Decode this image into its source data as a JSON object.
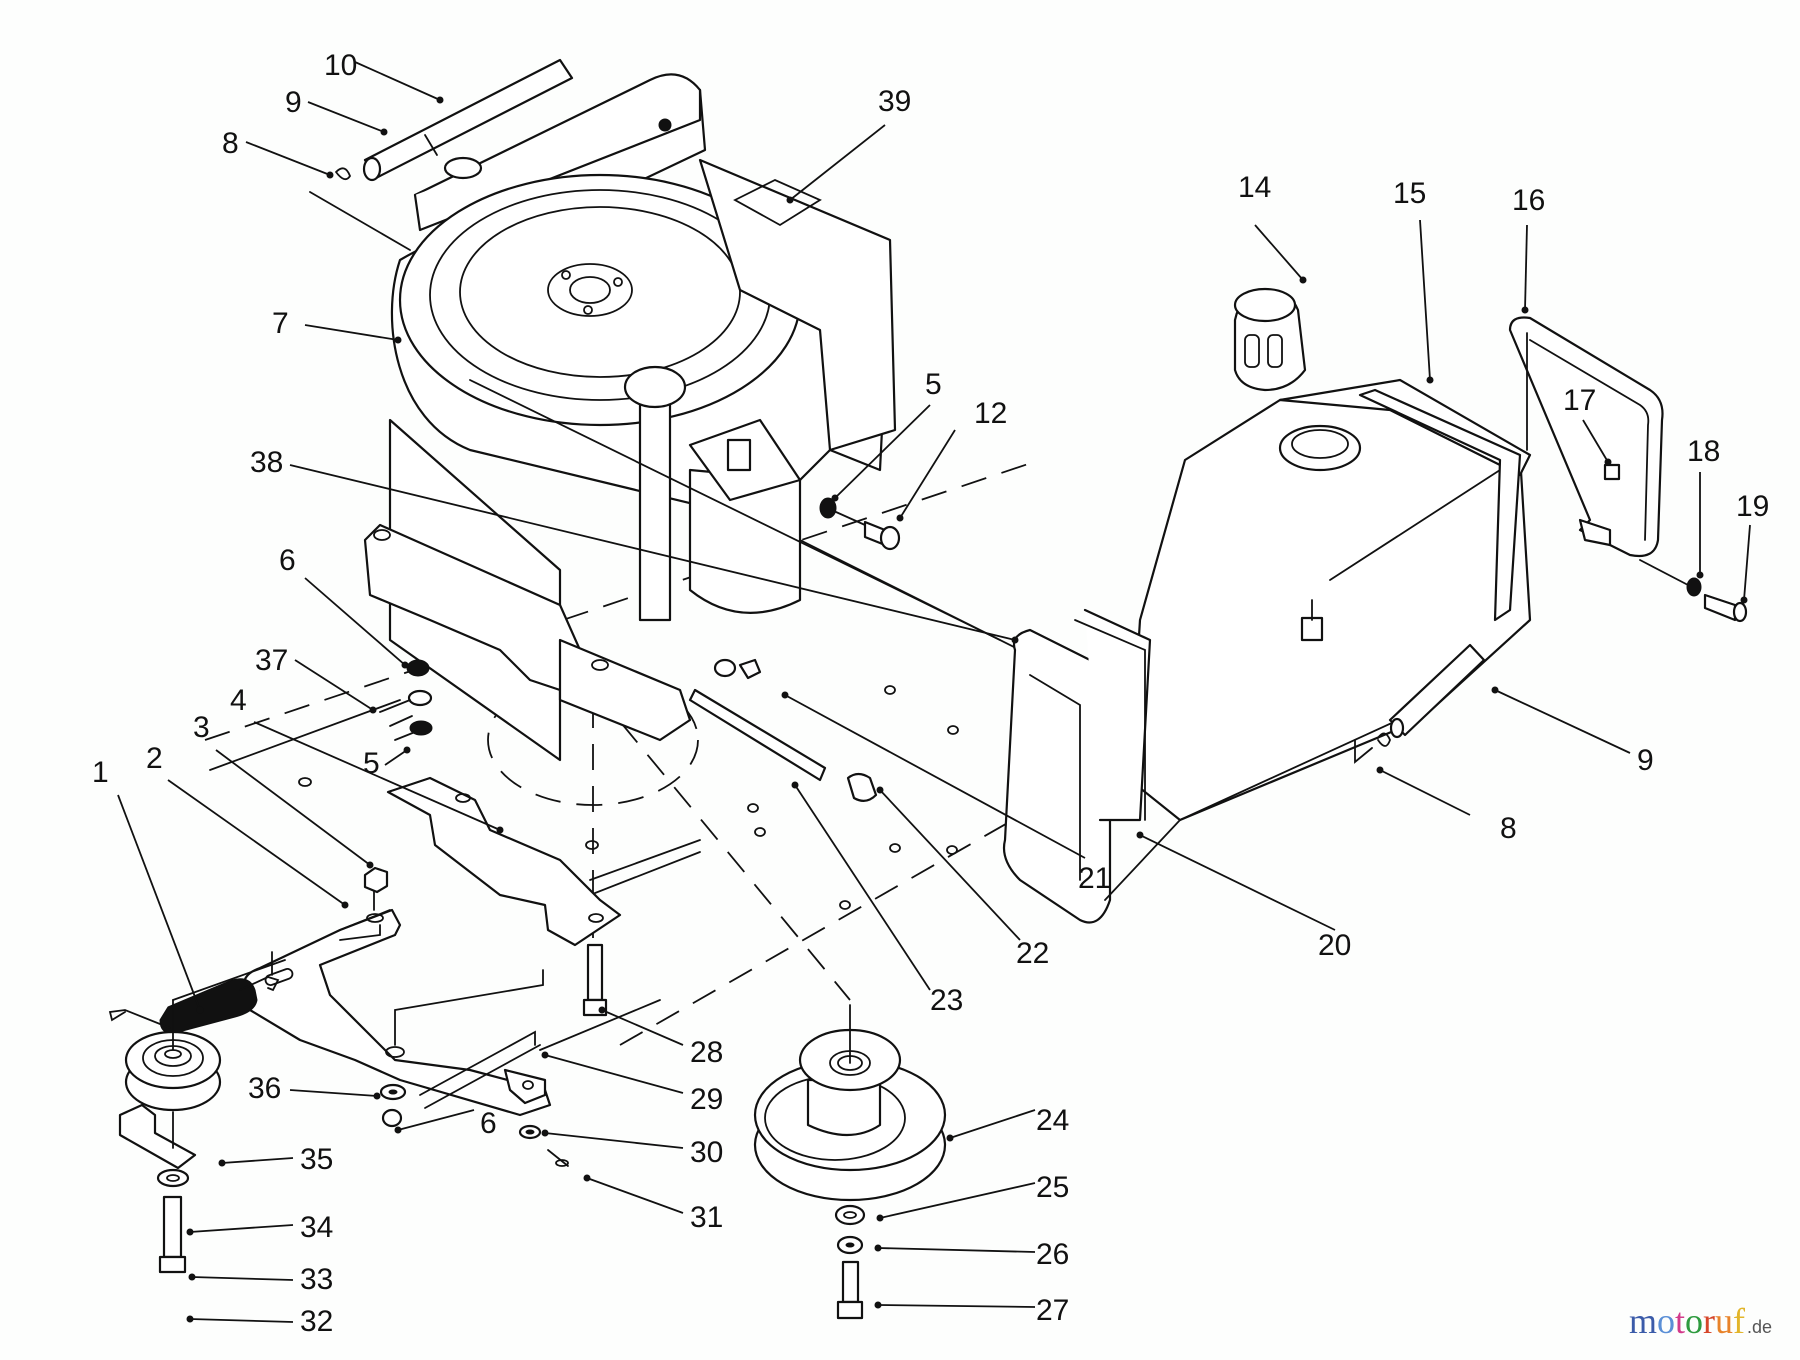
{
  "diagram": {
    "type": "exploded-parts-diagram",
    "callouts": [
      {
        "id": "c1",
        "label": "1",
        "part": "extension-spring"
      },
      {
        "id": "c2",
        "label": "2",
        "part": "idler-arm"
      },
      {
        "id": "c3",
        "label": "3",
        "part": "nut"
      },
      {
        "id": "c4",
        "label": "4",
        "part": "bracket"
      },
      {
        "id": "c5a",
        "label": "5",
        "part": "lock-washer"
      },
      {
        "id": "c5b",
        "label": "5",
        "part": "lock-washer"
      },
      {
        "id": "c6a",
        "label": "6",
        "part": "nut"
      },
      {
        "id": "c6b",
        "label": "6",
        "part": "nut"
      },
      {
        "id": "c7",
        "label": "7",
        "part": "engine"
      },
      {
        "id": "c8a",
        "label": "8",
        "part": "hose-clamp"
      },
      {
        "id": "c8b",
        "label": "8",
        "part": "hose-clamp"
      },
      {
        "id": "c9a",
        "label": "9",
        "part": "fuel-line"
      },
      {
        "id": "c9b",
        "label": "9",
        "part": "fuel-line"
      },
      {
        "id": "c10",
        "label": "10",
        "part": "fuel-line-sleeve"
      },
      {
        "id": "c12",
        "label": "12",
        "part": "cap-screw"
      },
      {
        "id": "c14",
        "label": "14",
        "part": "fuel-cap"
      },
      {
        "id": "c15",
        "label": "15",
        "part": "fuel-tank"
      },
      {
        "id": "c16",
        "label": "16",
        "part": "tank-strap"
      },
      {
        "id": "c17",
        "label": "17",
        "part": "clip-nut"
      },
      {
        "id": "c18",
        "label": "18",
        "part": "washer"
      },
      {
        "id": "c19",
        "label": "19",
        "part": "screw"
      },
      {
        "id": "c20",
        "label": "20",
        "part": "tank-support"
      },
      {
        "id": "c21",
        "label": "21",
        "part": "rod"
      },
      {
        "id": "c22",
        "label": "22",
        "part": "spacer"
      },
      {
        "id": "c23",
        "label": "23",
        "part": "threaded-rod"
      },
      {
        "id": "c24",
        "label": "24",
        "part": "engine-pulley"
      },
      {
        "id": "c25",
        "label": "25",
        "part": "flat-washer"
      },
      {
        "id": "c26",
        "label": "26",
        "part": "lock-washer"
      },
      {
        "id": "c27",
        "label": "27",
        "part": "cap-screw"
      },
      {
        "id": "c28",
        "label": "28",
        "part": "carriage-bolt"
      },
      {
        "id": "c29",
        "label": "29",
        "part": "idler-rod"
      },
      {
        "id": "c30",
        "label": "30",
        "part": "washer"
      },
      {
        "id": "c31",
        "label": "31",
        "part": "cotter-pin"
      },
      {
        "id": "c32",
        "label": "32",
        "part": "bolt"
      },
      {
        "id": "c33",
        "label": "33",
        "part": "washer"
      },
      {
        "id": "c34",
        "label": "34",
        "part": "idler-bracket"
      },
      {
        "id": "c35",
        "label": "35",
        "part": "idler-pulley"
      },
      {
        "id": "c36",
        "label": "36",
        "part": "washer"
      },
      {
        "id": "c37",
        "label": "37",
        "part": "bolt"
      },
      {
        "id": "c38",
        "label": "38",
        "part": "frame"
      },
      {
        "id": "c39",
        "label": "39",
        "part": "decal"
      }
    ]
  },
  "watermark": {
    "letters": [
      "m",
      "o",
      "t",
      "o",
      "r",
      "u",
      "f"
    ],
    "colors": [
      "#3b5ba9",
      "#5a8fd6",
      "#d33a8b",
      "#2e9b3f",
      "#d6462a",
      "#e8832a",
      "#e2b52a"
    ],
    "tld": ".de"
  }
}
